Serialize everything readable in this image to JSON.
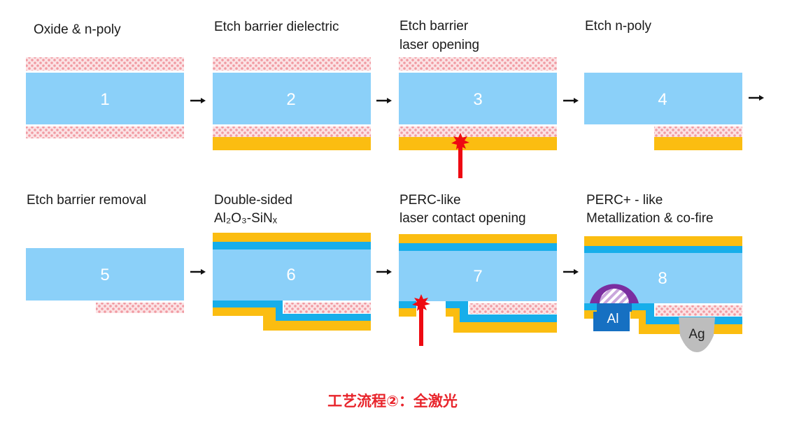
{
  "colors": {
    "wafer": "#8bd0f9",
    "passivation": "#17aeea",
    "nitride": "#fbbd11",
    "laser": "#ee0a12",
    "aluminium": "#1670c2",
    "aluminium_alloy": "#7a2ea0",
    "silver": "#bdbdbd",
    "oxide_poly": "#f3a6ad"
  },
  "steps": [
    {
      "number": "1",
      "label_lines": [
        "Oxide & n-poly"
      ]
    },
    {
      "number": "2",
      "label_lines": [
        "Etch barrier dielectric"
      ]
    },
    {
      "number": "3",
      "label_lines": [
        "Etch barrier",
        "laser opening"
      ]
    },
    {
      "number": "4",
      "label_lines": [
        "Etch n-poly"
      ]
    },
    {
      "number": "5",
      "label_lines": [
        "Etch barrier removal"
      ]
    },
    {
      "number": "6",
      "label_lines": [
        "Double-sided",
        "Al₂O₃-SiNₓ"
      ]
    },
    {
      "number": "7",
      "label_lines": [
        "PERC-like",
        "laser contact opening"
      ]
    },
    {
      "number": "8",
      "label_lines": [
        "PERC+ - like",
        "Metallization & co-fire"
      ]
    }
  ],
  "contacts": {
    "al": "Al",
    "ag": "Ag"
  },
  "caption": "工艺流程②：全激光"
}
